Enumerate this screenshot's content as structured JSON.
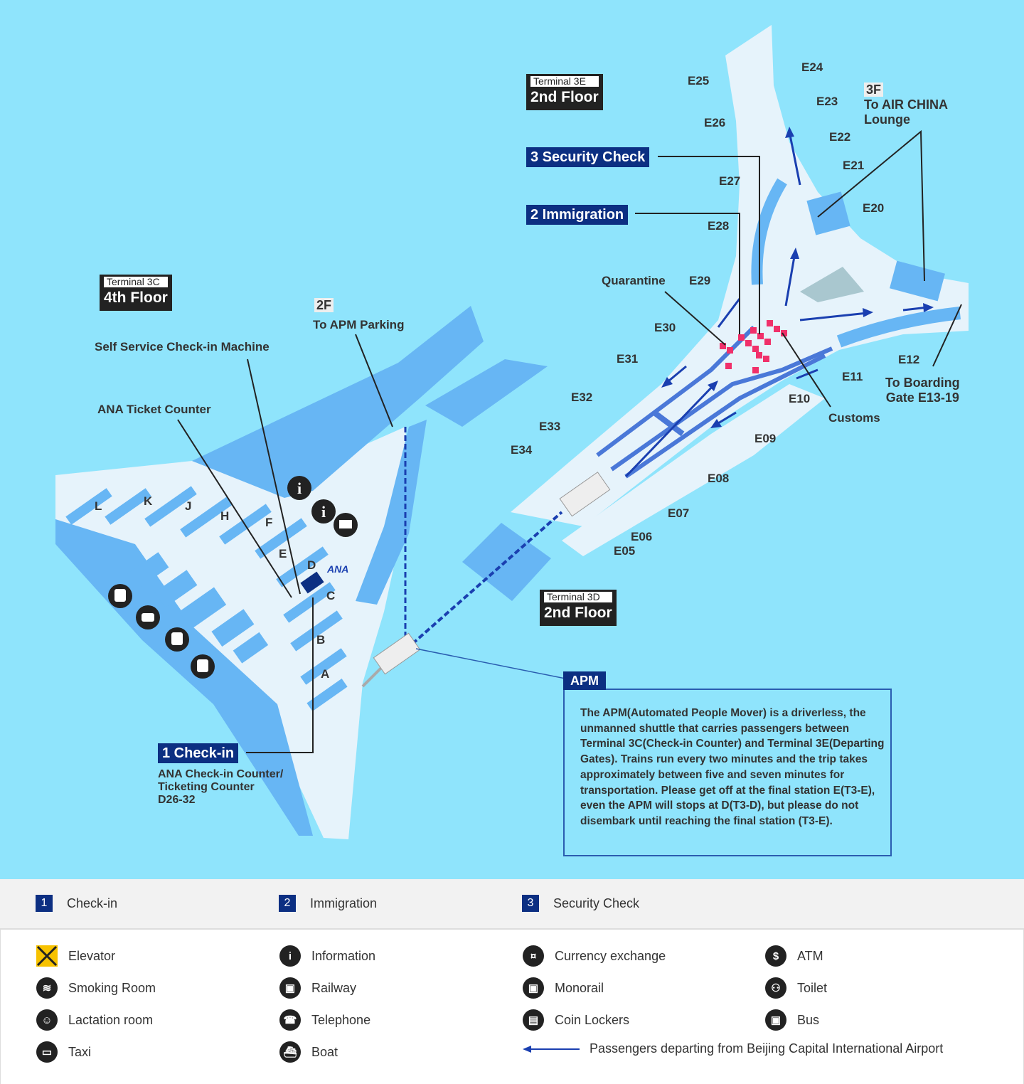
{
  "terminals": {
    "t3c": {
      "name": "Terminal 3C",
      "floor": "4th Floor"
    },
    "t3e": {
      "name": "Terminal 3E",
      "floor": "2nd Floor"
    },
    "t3d": {
      "name": "Terminal 3D",
      "floor": "2nd Floor"
    }
  },
  "steps": {
    "checkin": "1 Check-in",
    "immigration": "2 Immigration",
    "security": "3 Security Check"
  },
  "labels": {
    "self_service": "Self Service Check-in Machine",
    "ana_ticket": "ANA Ticket Counter",
    "apm_parking_floor": "2F",
    "apm_parking": "To APM Parking",
    "checkin_desc": [
      "ANA Check-in Counter/",
      "Ticketing Counter",
      "D26-32"
    ],
    "quarantine": "Quarantine",
    "customs": "Customs",
    "air_china_floor": "3F",
    "air_china": [
      "To AIR CHINA",
      "Lounge"
    ],
    "boarding": [
      "To Boarding",
      "Gate E13-19"
    ],
    "ana_logo": "ANA"
  },
  "counters": [
    "L",
    "K",
    "J",
    "H",
    "F",
    "E",
    "D",
    "C",
    "B",
    "A"
  ],
  "gates": [
    "E24",
    "E25",
    "E23",
    "E26",
    "E22",
    "E21",
    "E27",
    "E20",
    "E28",
    "E29",
    "E30",
    "E31",
    "E32",
    "E33",
    "E34",
    "E12",
    "E11",
    "E10",
    "E09",
    "E08",
    "E07",
    "E06",
    "E05"
  ],
  "apm": {
    "title": "APM",
    "description": "The APM(Automated People Mover) is a driverless, the unmanned shuttle that carries passengers between Terminal 3C(Check-in Counter) and Terminal 3E(Departing Gates). Trains run every two minutes and the trip takes approximately between five and seven minutes for transportation. Please get off at the final station E(T3-E), even the APM will stops at D(T3-D), but please do not disembark until reaching the final station (T3-E)."
  },
  "legend": {
    "steps": [
      {
        "num": "1",
        "label": "Check-in"
      },
      {
        "num": "2",
        "label": "Immigration"
      },
      {
        "num": "3",
        "label": "Security Check"
      }
    ],
    "items": [
      {
        "icon": "elevator-icon",
        "label": "Elevator"
      },
      {
        "icon": "smoking-room-icon",
        "label": "Smoking Room"
      },
      {
        "icon": "lactation-room-icon",
        "label": "Lactation room"
      },
      {
        "icon": "taxi-icon",
        "label": "Taxi"
      },
      {
        "icon": "information-icon",
        "label": "Information"
      },
      {
        "icon": "railway-icon",
        "label": "Railway"
      },
      {
        "icon": "telephone-icon",
        "label": "Telephone"
      },
      {
        "icon": "boat-icon",
        "label": "Boat"
      },
      {
        "icon": "currency-exchange-icon",
        "label": "Currency exchange"
      },
      {
        "icon": "monorail-icon",
        "label": "Monorail"
      },
      {
        "icon": "coin-lockers-icon",
        "label": "Coin Lockers"
      },
      {
        "icon": "atm-icon",
        "label": "ATM"
      },
      {
        "icon": "toilet-icon",
        "label": "Toilet"
      },
      {
        "icon": "bus-icon",
        "label": "Bus"
      }
    ],
    "route": "Passengers departing from Beijing Capital International Airport"
  },
  "colors": {
    "water": "#8fe4fc",
    "floor": "#e6f3fb",
    "wall": "#67b6f4",
    "navy": "#0c2f82",
    "route": "#1a3fb0",
    "checkpoint": "#f0306a"
  }
}
